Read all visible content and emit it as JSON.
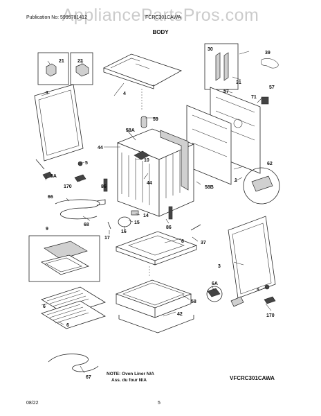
{
  "watermark": "AppliancePartsPros.com",
  "header": {
    "publication": "Publication No: 5995781412",
    "model": "FCRC301CAWA",
    "section": "BODY"
  },
  "callouts": {
    "c21": "21",
    "c22": "22",
    "c30": "30",
    "c39": "39",
    "c31": "31",
    "c3a": "3",
    "c4": "4",
    "c57a": "57",
    "c71": "71",
    "c57b": "57",
    "c59": "59",
    "c58A": "58A",
    "c44a": "44",
    "c10": "10",
    "c5a": "5",
    "c5A": "5A",
    "c86a": "86",
    "c170a": "170",
    "c44b": "44",
    "c58B": "58B",
    "c1": "1",
    "c62": "62",
    "c66": "66",
    "c68": "68",
    "c14": "14",
    "c15": "15",
    "c16": "16",
    "c17": "17",
    "c86b": "86",
    "c9": "9",
    "c8": "8",
    "c37": "37",
    "c3b": "3",
    "c6a": "6",
    "c6b": "6",
    "c58": "58",
    "c42": "42",
    "c6A": "6A",
    "c5b": "5",
    "c170b": "170",
    "c67": "67"
  },
  "notes": {
    "line1": "NOTE: Oven Liner N/A",
    "line2": "Ass. du four N/A"
  },
  "model_bottom": "VFCRC301CAWA",
  "footer": {
    "date": "08/22",
    "page": "5"
  }
}
